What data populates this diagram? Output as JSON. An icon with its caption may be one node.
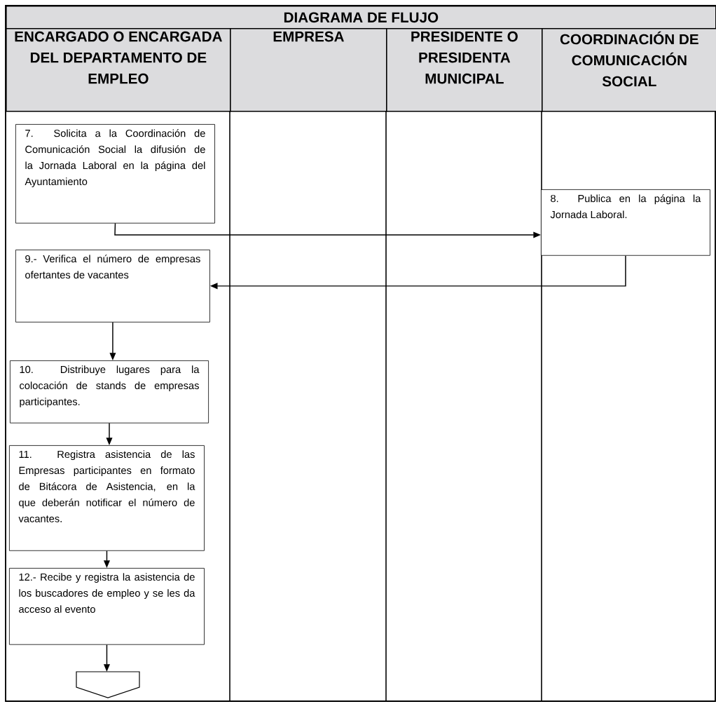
{
  "diagram": {
    "title": "DIAGRAMA DE FLUJO",
    "nodes": [
      {
        "text": [
          "ENCARGADO O ENCARGADA DEL DEPARTAMENTO DE EMPLEO"
        ]
      },
      {
        "text": [
          "EMPRESA"
        ]
      },
      {
        "text": [
          "PRESIDENTE O PRESIDENTA MUNICIPAL"
        ]
      },
      {
        "text": [
          "COORDINACIÓN DE COMUNICACIÓN SOCIAL"
        ]
      },
      {
        "text": [
          "7. Solicita a la Coordinación de Comunicación Social la difusión de la Jornada Laboral en la página del Ayuntamiento"
        ]
      },
      {
        "text": [
          "8. Publica en la página la Jornada Laboral."
        ]
      },
      {
        "text": [
          "9.- Verifica el número de empresas ofertantes de vacantes"
        ]
      },
      {
        "text": [
          "10. Distribuye lugares para la colocación de stands de empresas participantes."
        ]
      },
      {
        "text": [
          "11. Registra asistencia de las Empresas participantes en formato de Bitácora de Asistencia, en la que deberán notificar el número de vacantes."
        ]
      },
      {
        "text": [
          "12.- Recibe y registra la asistencia de los buscadores de empleo y se les da acceso al evento"
        ]
      },
      {
        "text": [],
        "shape": "pentagon"
      }
    ],
    "edges": [
      {
        "from": 4,
        "to": 5,
        "arrow": "to"
      },
      {
        "from": 5,
        "to": 6,
        "arrow": "to"
      },
      {
        "from": 6,
        "to": 7,
        "arrow": "to"
      },
      {
        "from": 7,
        "to": 8,
        "arrow": "to"
      },
      {
        "from": 8,
        "to": 9,
        "arrow": "to"
      },
      {
        "from": 9,
        "to": 10,
        "arrow": "to"
      }
    ]
  }
}
